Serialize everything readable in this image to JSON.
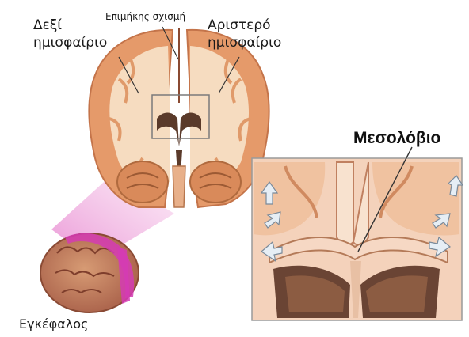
{
  "labels": {
    "right_hemisphere": "Δεξί\nημισφαίριο",
    "left_hemisphere": "Αριστερό\nημισφαίριο",
    "longitudinal_fissure": "Επιμήκης σχισμή",
    "corpus_callosum": "Μεσολόβιο",
    "brain": "Εγκέφαλος"
  },
  "colors": {
    "white_matter": "#f6dcc0",
    "gray_matter": "#e59a6a",
    "ventricle": "#5a3a2a",
    "callout_fill": "#f3b7e3",
    "highlight_magenta": "#d53bb4"
  }
}
